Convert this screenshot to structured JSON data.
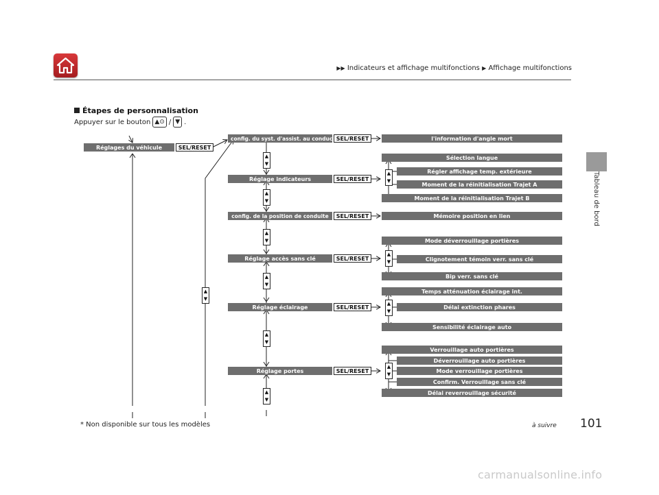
{
  "header": {
    "breadcrumb_level1": "Indicateurs et affichage multifonctions",
    "breadcrumb_level2": "Affichage multifonctions",
    "side_label": "Tableau de bord"
  },
  "section": {
    "title": "Étapes de personnalisation",
    "instruction_prefix": "Appuyer sur le bouton",
    "instruction_sep": "/",
    "instruction_suffix": "."
  },
  "diagram": {
    "root": "Réglages du véhicule",
    "sel_label": "SEL/RESET",
    "groups": [
      {
        "label": "config. du syst. d'assist. au conducteur*",
        "items": [
          "l'information d'angle mort"
        ]
      },
      {
        "label": "Réglage indicateurs",
        "items": [
          "Sélection langue",
          "Régler affichage temp. extérieure",
          "Moment de la réinitialisation Trajet A",
          "Moment de la réinitialisation Trajet B"
        ]
      },
      {
        "label": "config. de la position de conduite",
        "items": [
          "Mémoire position en lien"
        ]
      },
      {
        "label": "Réglage accès sans clé",
        "items": [
          "Mode déverrouillage portières",
          "Clignotement témoin verr. sans clé",
          "Bip verr. sans clé"
        ]
      },
      {
        "label": "Réglage éclairage",
        "items": [
          "Temps atténuation éclairage int.",
          "Délai extinction phares",
          "Sensibilité éclairage auto"
        ]
      },
      {
        "label": "Réglage portes",
        "items": [
          "Verrouillage auto portières",
          "Déverrouillage auto portières",
          "Mode verrouillage portières",
          "Confirm. Verrouillage sans clé",
          "Délai reverrouillage sécurité"
        ]
      }
    ]
  },
  "footer": {
    "footnote": "* Non disponible sur tous les modèles",
    "continued": "à suivre",
    "page_number": "101"
  },
  "watermark": "carmanualsonline.info",
  "colors": {
    "home_button": "#c62828",
    "bar_fill": "#6e6e6e",
    "side_tab": "#9a9a9a"
  }
}
